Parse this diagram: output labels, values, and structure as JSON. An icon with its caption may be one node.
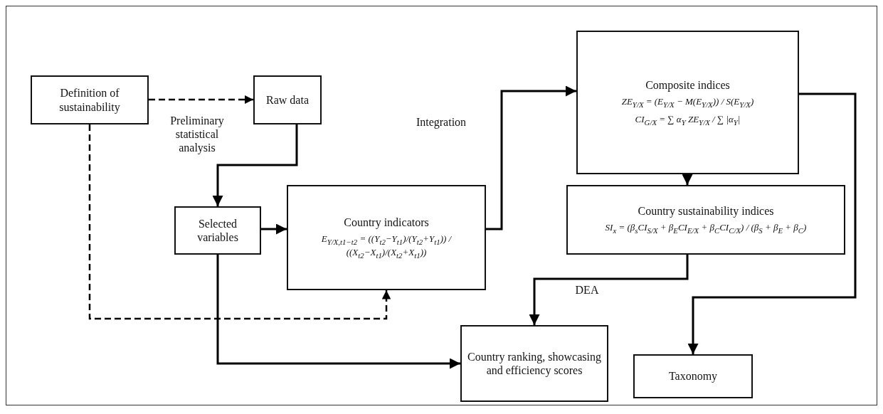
{
  "diagram": {
    "nodes": [
      {
        "text": [
          "Definition of sustainability"
        ]
      },
      {
        "text": [
          "Raw data"
        ]
      },
      {
        "text": [
          "Selected variables"
        ]
      },
      {
        "text": [
          "Country indicators",
          "E$_{Y/X,t1−t2}$ = ((Y$_{t2}$−Y$_{t1}$)/(Y$_{t2}$+Y$_{t1}$)) / ((X$_{t2}$−X$_{t1}$)/(X$_{t2}$+X$_{t1}$))"
        ]
      },
      {
        "text": [
          "Composite indices",
          "ZE$_{Y/X}$ = (E$_{Y/X}$ − M(E$_{Y/X}$)) / S(E$_{Y/X}$)",
          "CI$_{G/X}$ = ∑ α$_{Y}$ ZE$_{Y/X}$ / ∑ |α$_{Y}$|"
        ]
      },
      {
        "text": [
          "Country sustainability indices",
          "SI$_{x}$ = (β$_{s}$CI$_{S/X}$ + β$_{E}$CI$_{E/X}$ + β$_{C}$CI$_{C/X}$) / (β$_{S}$ + β$_{E}$ + β$_{C}$)"
        ]
      },
      {
        "text": [
          "Country ranking, showcasing and efficiency scores"
        ]
      },
      {
        "text": [
          "Taxonomy"
        ]
      }
    ],
    "edges": [
      {
        "from": 0,
        "to": 1,
        "arrow": "to",
        "style": "dashed",
        "label": "Preliminary statistical analysis"
      },
      {
        "from": 1,
        "to": 2,
        "arrow": "to"
      },
      {
        "from": 2,
        "to": 3,
        "arrow": "to"
      },
      {
        "from": 0,
        "to": 3,
        "arrow": "to",
        "style": "dashed"
      },
      {
        "from": 3,
        "to": 4,
        "arrow": "to",
        "label": "Integration"
      },
      {
        "from": 4,
        "to": 5,
        "arrow": "to"
      },
      {
        "from": 5,
        "to": 6,
        "arrow": "to",
        "label": "DEA"
      },
      {
        "from": 2,
        "to": 6,
        "arrow": "to"
      },
      {
        "from": 4,
        "to": 7,
        "arrow": "to"
      }
    ]
  }
}
